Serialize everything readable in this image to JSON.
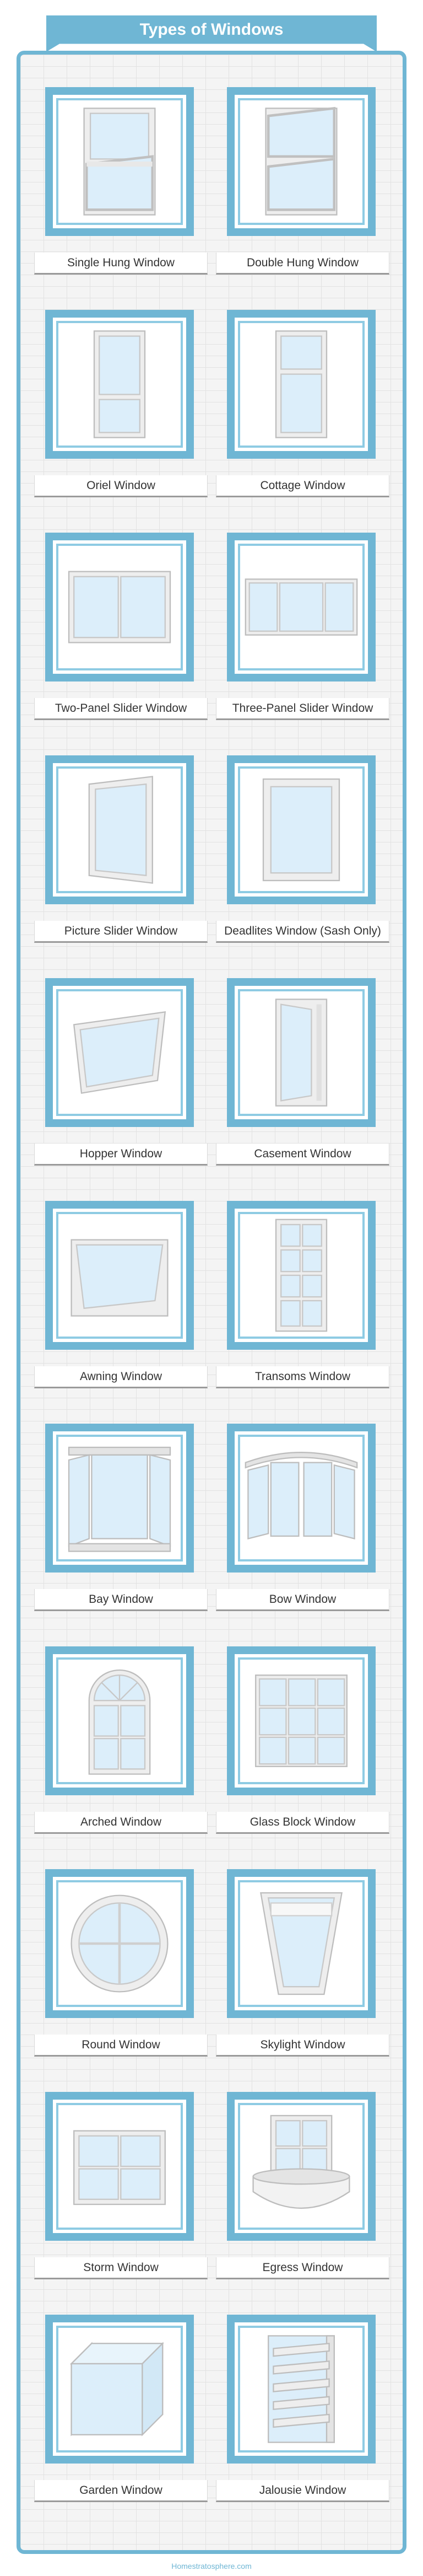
{
  "header": {
    "title": "Types of Windows"
  },
  "windows": [
    {
      "label": "Single Hung Window",
      "icon": "single-hung-window-icon"
    },
    {
      "label": "Double Hung Window",
      "icon": "double-hung-window-icon"
    },
    {
      "label": "Oriel Window",
      "icon": "oriel-window-icon"
    },
    {
      "label": "Cottage Window",
      "icon": "cottage-window-icon"
    },
    {
      "label": "Two-Panel Slider Window",
      "icon": "two-panel-slider-window-icon"
    },
    {
      "label": "Three-Panel Slider Window",
      "icon": "three-panel-slider-window-icon"
    },
    {
      "label": "Picture Slider Window",
      "icon": "picture-slider-window-icon"
    },
    {
      "label": "Deadlites Window (Sash Only)",
      "icon": "deadlites-window-icon"
    },
    {
      "label": "Hopper Window",
      "icon": "hopper-window-icon"
    },
    {
      "label": "Casement Window",
      "icon": "casement-window-icon"
    },
    {
      "label": "Awning Window",
      "icon": "awning-window-icon"
    },
    {
      "label": "Transoms Window",
      "icon": "transoms-window-icon"
    },
    {
      "label": "Bay Window",
      "icon": "bay-window-icon"
    },
    {
      "label": "Bow Window",
      "icon": "bow-window-icon"
    },
    {
      "label": "Arched Window",
      "icon": "arched-window-icon"
    },
    {
      "label": "Glass Block Window",
      "icon": "glass-block-window-icon"
    },
    {
      "label": "Round Window",
      "icon": "round-window-icon"
    },
    {
      "label": "Skylight Window",
      "icon": "skylight-window-icon"
    },
    {
      "label": "Storm Window",
      "icon": "storm-window-icon"
    },
    {
      "label": "Egress Window",
      "icon": "egress-window-icon"
    },
    {
      "label": "Garden Window",
      "icon": "garden-window-icon"
    },
    {
      "label": "Jalousie Window",
      "icon": "jalousie-window-icon"
    }
  ],
  "footer": {
    "text": "Homestratosphere.com"
  },
  "colors": {
    "accent": "#6fb6d4",
    "glass": "#dceefa",
    "frame": "#e6e6e6"
  }
}
